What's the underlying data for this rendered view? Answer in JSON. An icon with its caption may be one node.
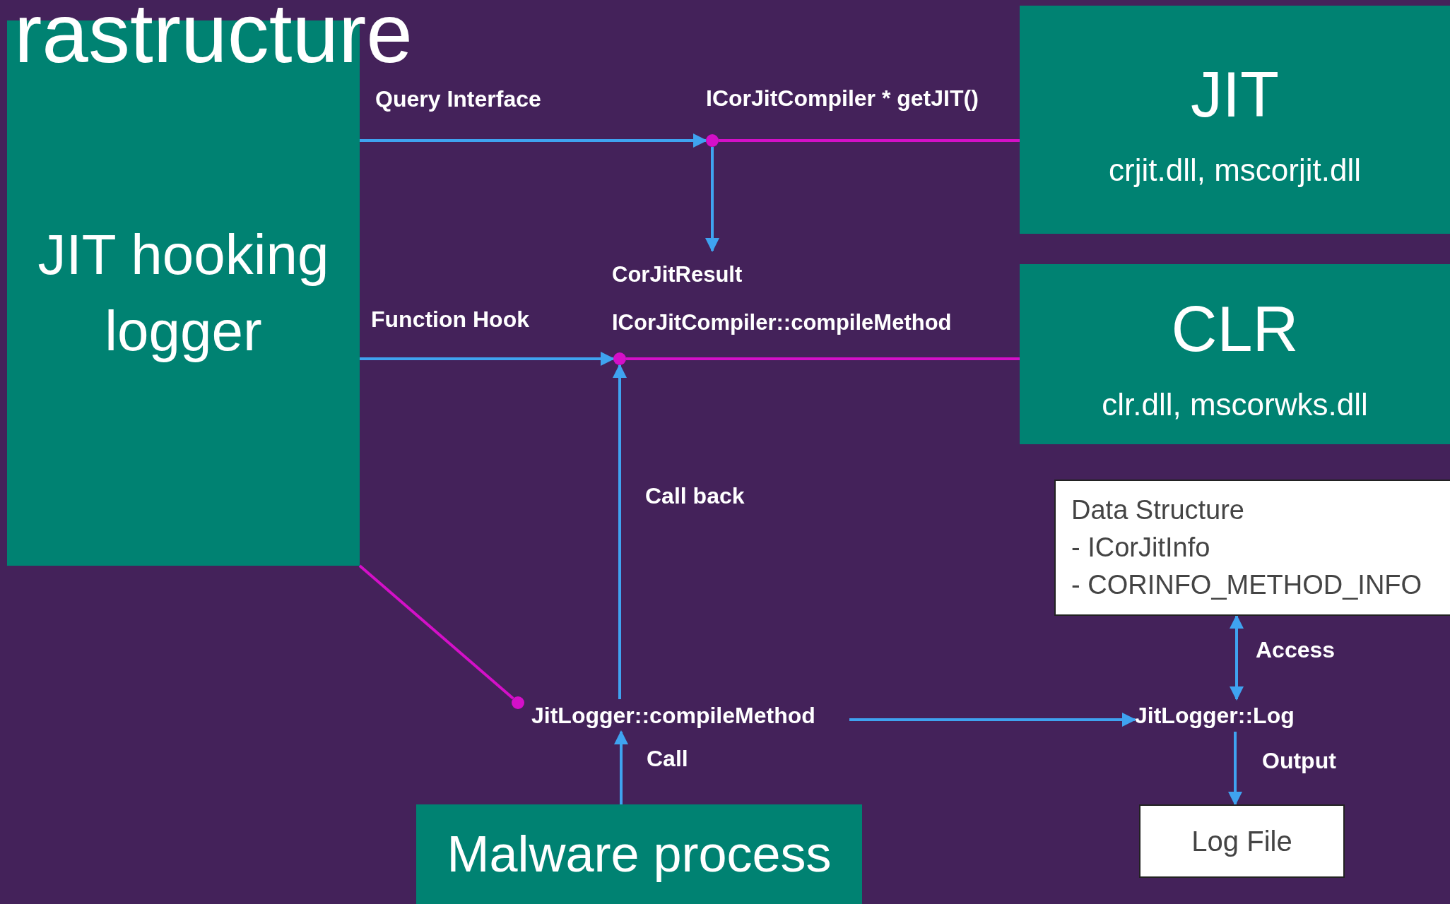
{
  "diagram": {
    "title": "rastructure",
    "nodes": [
      {
        "text": [
          "JIT hooking logger"
        ]
      },
      {
        "text": [
          "JIT",
          "crjit.dll, mscorjit.dll"
        ]
      },
      {
        "text": [
          "CLR",
          "clr.dll, mscorwks.dll"
        ]
      },
      {
        "text": [],
        "shape": "circle",
        "beside": [
          "ICorJitCompiler * getJIT()"
        ]
      },
      {
        "text": [
          "CorJitResult ICorJitCompiler::compileMethod"
        ]
      },
      {
        "text": [],
        "shape": "circle"
      },
      {
        "text": [
          "Data Structure",
          "- ICorJitInfo",
          "- CORINFO_METHOD_INFO"
        ]
      },
      {
        "text": [],
        "shape": "circle"
      },
      {
        "text": [
          "JitLogger::compileMethod"
        ]
      },
      {
        "text": [
          "JitLogger::Log"
        ]
      },
      {
        "text": [
          "Malware process"
        ]
      },
      {
        "text": [
          "Log File"
        ]
      }
    ],
    "edges": [
      {
        "from": 0,
        "to": 3,
        "arrow": "to",
        "label": "Query Interface"
      },
      {
        "from": 3,
        "to": 1,
        "arrow": "none",
        "color": "#d410c8"
      },
      {
        "from": 3,
        "to": 4,
        "arrow": "to"
      },
      {
        "from": 0,
        "to": 5,
        "arrow": "to",
        "label": "Function Hook"
      },
      {
        "from": 5,
        "to": 2,
        "arrow": "none",
        "color": "#d410c8"
      },
      {
        "from": 8,
        "to": 5,
        "arrow": "to",
        "label": "Call back"
      },
      {
        "from": 0,
        "to": 7,
        "arrow": "none",
        "color": "#d410c8"
      },
      {
        "from": 8,
        "to": 9,
        "arrow": "to"
      },
      {
        "from": 10,
        "to": 8,
        "arrow": "to",
        "label": "Call"
      },
      {
        "from": 9,
        "to": 6,
        "arrow": "both",
        "label": "Access"
      },
      {
        "from": 9,
        "to": 11,
        "arrow": "to",
        "label": "Output"
      }
    ]
  }
}
